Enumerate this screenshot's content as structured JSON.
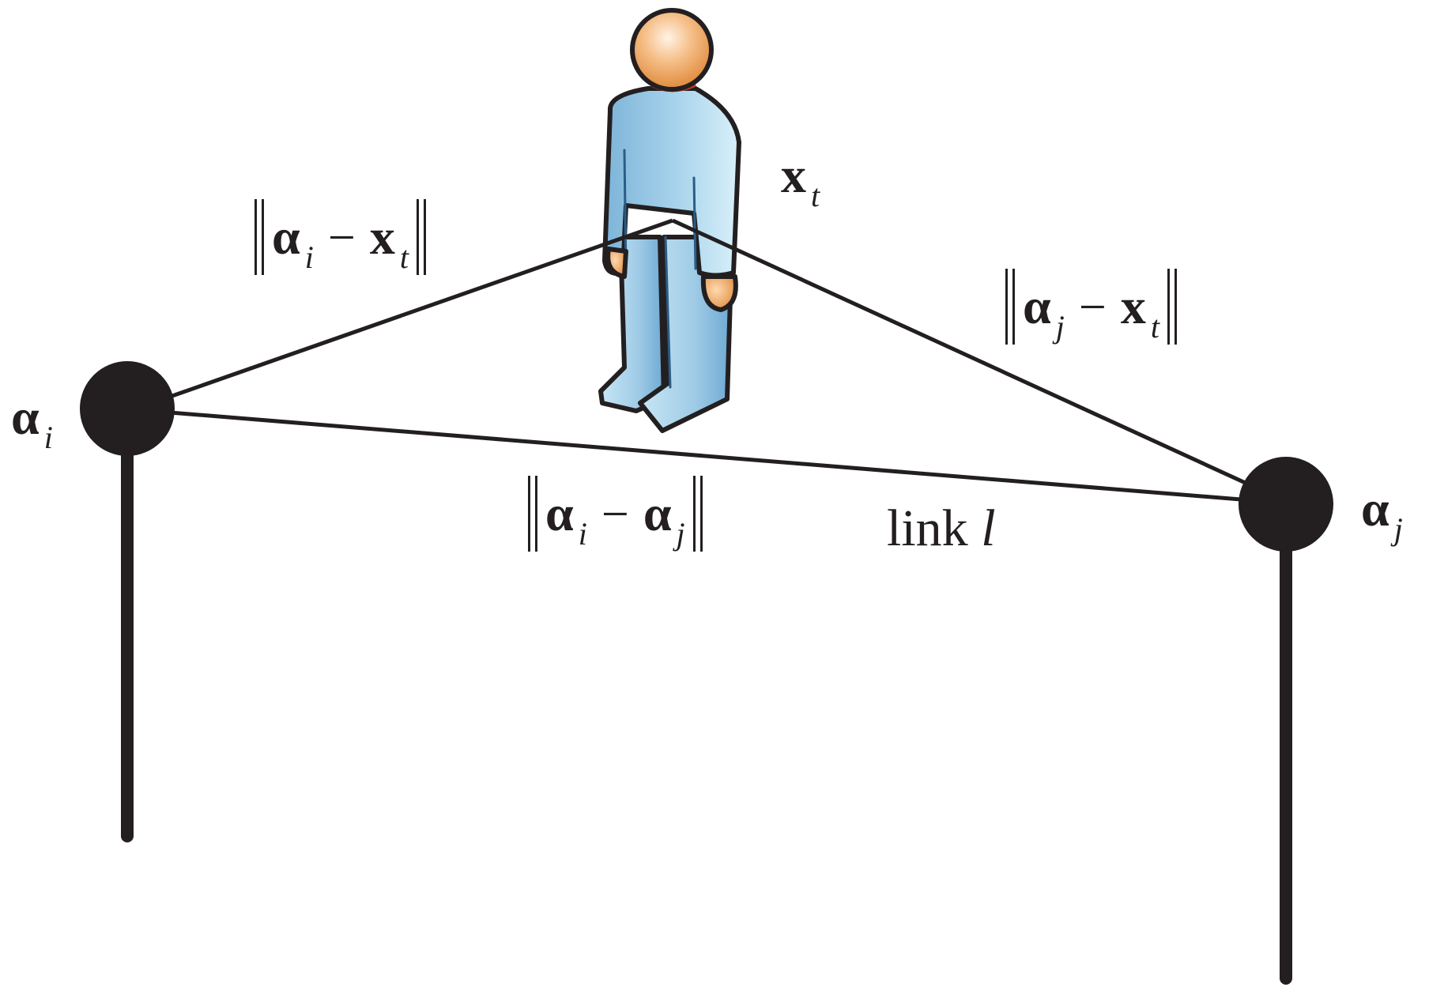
{
  "labels": {
    "node_i": {
      "sym": "α",
      "sub": "i"
    },
    "node_j": {
      "sym": "α",
      "sub": "j"
    },
    "person": {
      "sym": "x",
      "sub": "t"
    },
    "dist_i_x": {
      "a_sym": "α",
      "a_sub": "i",
      "op": "−",
      "b_sym": "x",
      "b_sub": "t"
    },
    "dist_j_x": {
      "a_sym": "α",
      "a_sub": "j",
      "op": "−",
      "b_sym": "x",
      "b_sub": "t"
    },
    "dist_i_j": {
      "a_sym": "α",
      "a_sub": "i",
      "op": "−",
      "b_sym": "α",
      "b_sub": "j"
    },
    "link": {
      "word": "link",
      "var": "l"
    }
  },
  "colors": {
    "ink": "#231f20",
    "body_blue": "#8fc3e2",
    "body_light": "#c9e6f4",
    "skin": "#f0a868",
    "collar": "#d23a2a"
  },
  "icons": {
    "person": "person-figure-icon",
    "node": "filled-circle-node",
    "pole": "vertical-pole"
  }
}
